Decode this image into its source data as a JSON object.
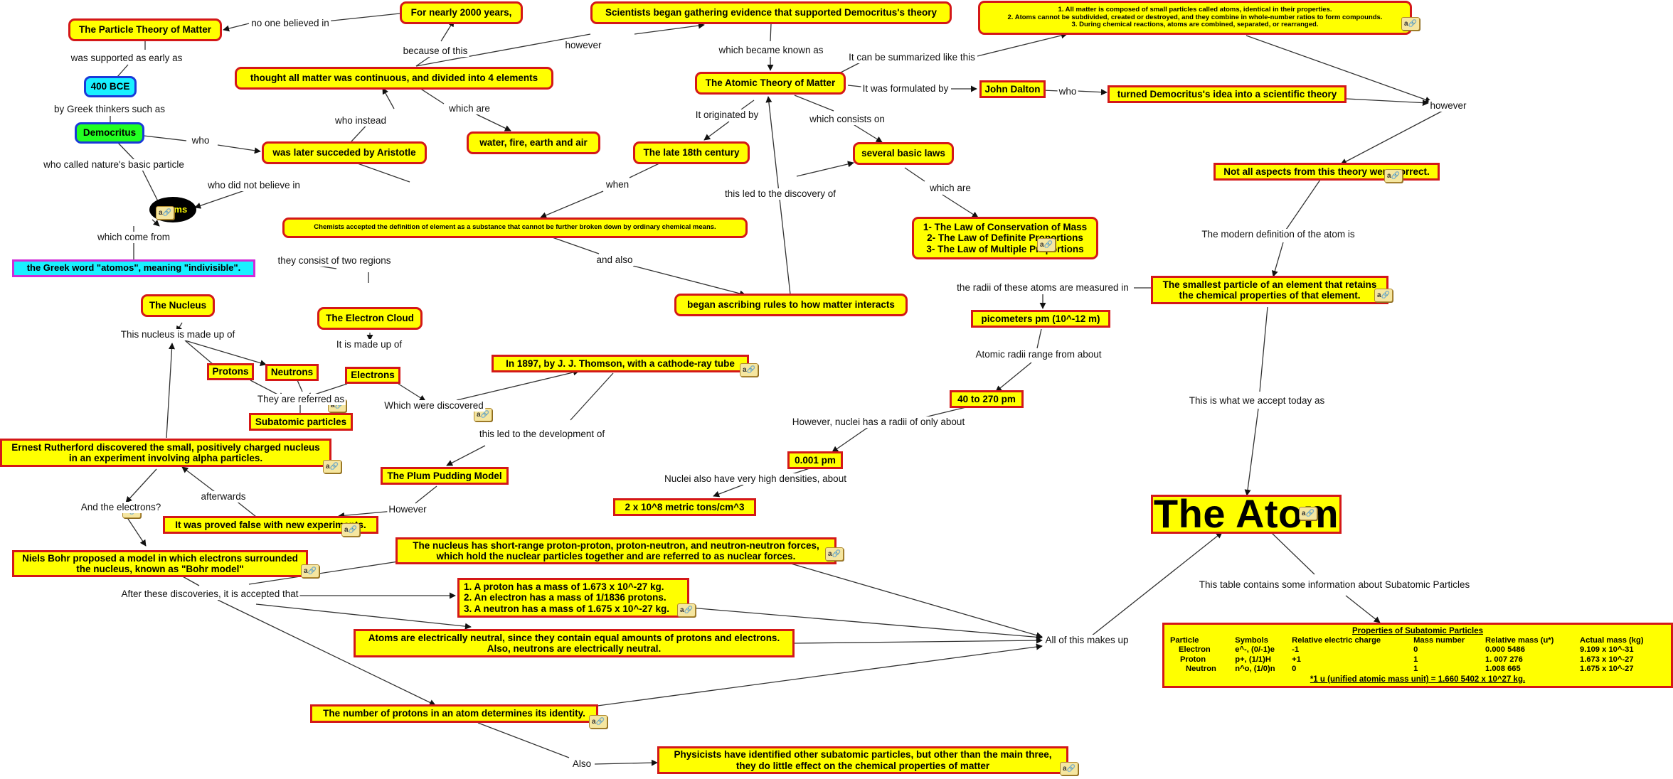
{
  "nodes": {
    "particle_theory": "The Particle Theory of Matter",
    "bce": "400 BCE",
    "democritus": "Democritus",
    "atoms": "Atoms",
    "greek_word": "the Greek word \"atomos\", meaning \"indivisible\".",
    "nearly_2000": "For nearly 2000 years,",
    "continuous": "thought all matter was continuous, and divided into 4 elements",
    "aristotle": "was later succeded by Aristotle",
    "elements4": "water, fire, earth and air",
    "scientists": "Scientists began gathering evidence that supported Democritus's theory",
    "summary": "1. All matter is composed of small particles called atoms, identical in their properties.\n2. Atoms cannot be subdivided, created or destroyed, and they combine in whole-number ratios to form compounds.\n3. During chemical reactions, atoms are combined, separated, or rearranged.",
    "atomic_theory": "The Atomic Theory of Matter",
    "dalton": "John Dalton",
    "dalton_idea": "turned Democritus's idea into a scientific theory",
    "late18": "The late 18th century",
    "laws_basic": "several basic laws",
    "laws_list": "1- The Law of Conservation of Mass\n2- The Law of Definite Proportions\n3- The Law of Multiple Proportions",
    "chemists": "Chemists accepted the definition of element as a substance that cannot be further broken down by ordinary chemical means.",
    "ascribing": "began ascribing rules to how matter interacts",
    "nucleus": "The Nucleus",
    "electron_cloud": "The Electron Cloud",
    "protons": "Protons",
    "neutrons": "Neutrons",
    "electrons": "Electrons",
    "subatomic": "Subatomic particles",
    "thomson": "In 1897, by J. J. Thomson, with a cathode-ray tube",
    "plum": "The Plum Pudding Model",
    "rutherford": "Ernest Rutherford discovered the small, positively charged nucleus\nin an experiment involving alpha particles.",
    "proved_false": "It was proved false with new experiments.",
    "bohr": "Niels Bohr proposed a model in which electrons surrounded\nthe nucleus, known as \"Bohr model\"",
    "forces": "The nucleus has short-range proton-proton, proton-neutron, and neutron-neutron forces,\nwhich hold the nuclear particles together and are referred to as nuclear forces.",
    "masses": "1. A proton has a mass of 1.673 x 10^-27 kg.\n2. An electron has a mass of 1/1836 protons.\n3. A neutron has a mass of 1.675 x 10^-27 kg.",
    "neutral": "Atoms are electrically neutral, since they contain equal amounts of protons and electrons.\nAlso, neutrons are electrically neutral.",
    "identity": "The number of protons in an atom determines its identity.",
    "physicists": "Physicists have identified other subatomic particles, but other than the main three,\nthey do little effect on the chemical properties of matter",
    "not_correct": "Not all aspects from this theory were correct.",
    "smallest": "The smallest particle of an element that retains\nthe chemical properties of that element.",
    "picometers": "picometers pm (10^-12 m)",
    "range": "40 to 270 pm",
    "pm0001": "0.001 pm",
    "density": "2 x 10^8 metric tons/cm^3",
    "the_atom": "The Atom"
  },
  "labels": {
    "no_one": "no one believed in",
    "supported_early": "was supported as early as",
    "greek_thinkers": "by Greek thinkers such as",
    "who1": "who",
    "who_called": "who called nature's basic particle",
    "who_not_believe": "who did not believe in",
    "who_instead": "who instead",
    "because": "because of this",
    "however1": "however",
    "which_are1": "which are",
    "which_known": "which became known as",
    "summarized": "It can be summarized like this",
    "formulated": "It was formulated by",
    "who2": "who",
    "however2": "however",
    "originated": "It originated by",
    "consists": "which consists on",
    "when": "when",
    "led_discovery": "this led to the discovery of",
    "which_are2": "which are",
    "and_also": "and also",
    "come_from": "which come from",
    "two_regions": "they consist of two regions",
    "nucleus_made": "This nucleus is made up of",
    "made_up": "It is made up of",
    "referred": "They are referred as",
    "discovered": "Which were discovered",
    "led_dev": "this led to the development of",
    "and_electrons": "And the electrons?",
    "afterwards": "afterwards",
    "however3": "However",
    "after_these": "After these discoveries, it is accepted that",
    "also": "Also",
    "all_makes": "All of this makes up",
    "modern_def": "The modern definition of the atom is",
    "accept_today": "This is what we accept today as",
    "radii_measured": "the radii of these atoms are measured in",
    "radii_range": "Atomic radii range from about",
    "nuclei_radii": "However, nuclei has a radii of only about",
    "nuclei_density": "Nuclei also have very high densities, about",
    "table_info": "This table contains some information about Subatomic Particles"
  },
  "table": {
    "title": "Properties of Subatomic Particles",
    "headers": [
      "Particle",
      "Symbols",
      "Relative electric charge",
      "Mass number",
      "Relative mass (u*)",
      "Actual mass (kg)"
    ],
    "rows": [
      [
        "Electron",
        "e^-, (0/-1)e",
        "-1",
        "0",
        "0.000 5486",
        "9.109 x 10^-31"
      ],
      [
        "Proton",
        "p+, (1/1)H",
        "+1",
        "1",
        "1. 007 276",
        "1.673 x 10^-27"
      ],
      [
        "Neutron",
        "n^o, (1/0)n",
        "0",
        "1",
        "1.008 665",
        "1.675 x 10^-27"
      ]
    ],
    "footnote": "*1 u (unified atomic mass unit) = 1.660 5402 x 10^27 kg."
  },
  "colors": {
    "node_fill": "#ffff00",
    "node_border": "#d41818",
    "cyan_fill": "#19f0ff",
    "green_fill": "#22ff22",
    "blue_border": "#1a3ad9",
    "magenta_border": "#d02bd8",
    "line": "#222222"
  },
  "icons": {
    "resource_badge": "attachment-icon"
  }
}
